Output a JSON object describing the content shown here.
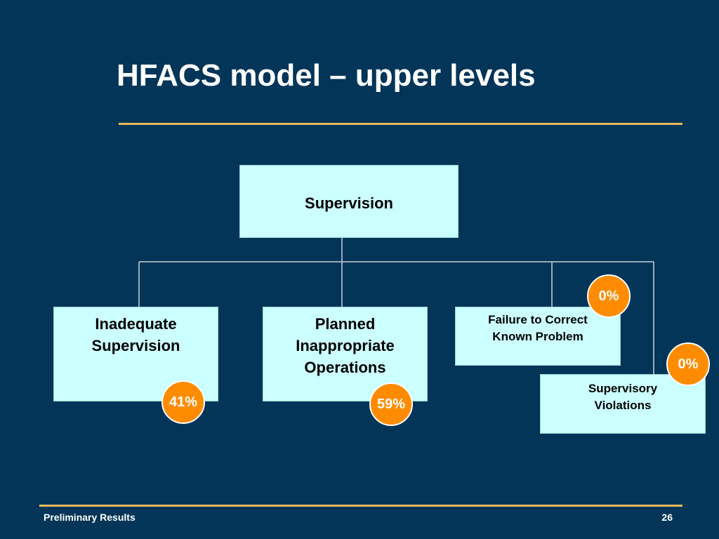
{
  "slide": {
    "title": "HFACS model – upper levels",
    "footer_left": "Preliminary Results",
    "page_number": "26"
  },
  "diagram": {
    "root": {
      "label": "Supervision"
    },
    "children": [
      {
        "label": "Inadequate\nSupervision",
        "percent": "41%"
      },
      {
        "label": "Planned\nInappropriate\nOperations",
        "percent": "59%"
      },
      {
        "label": "Failure to Correct\nKnown Problem",
        "percent": "0%"
      },
      {
        "label": "Supervisory\nViolations",
        "percent": "0%"
      }
    ]
  },
  "colors": {
    "background": "#023558",
    "box_fill": "#ccffff",
    "badge": "#ff8c00",
    "rule": "#e8b85c"
  }
}
